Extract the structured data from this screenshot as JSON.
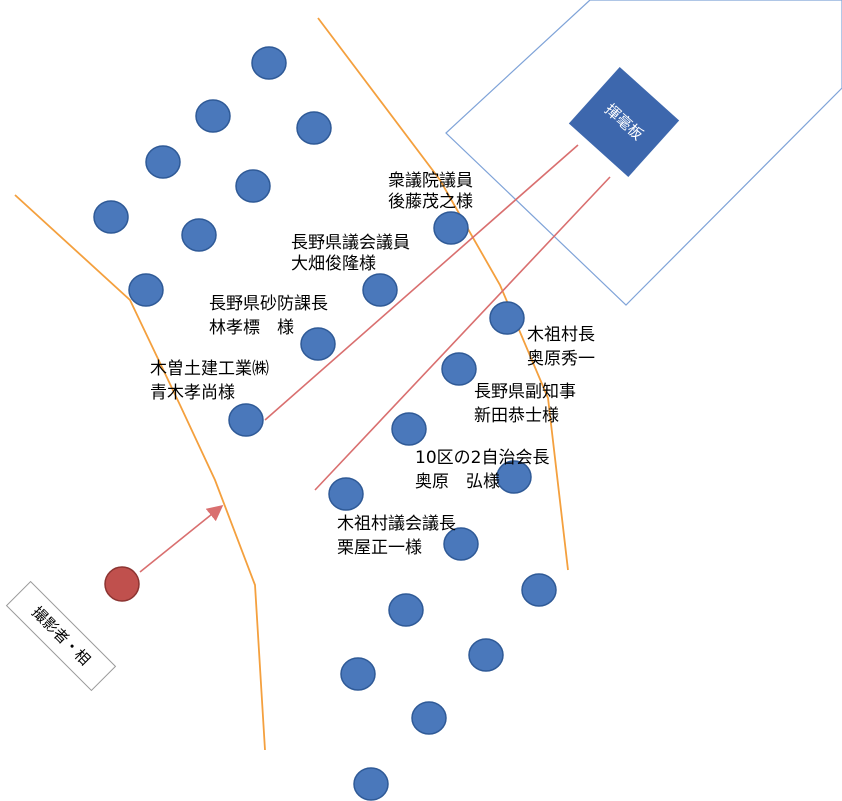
{
  "colors": {
    "seat_fill": "#4a78bb",
    "seat_stroke": "#2f5a97",
    "photographer_fill": "#c0504d",
    "photographer_stroke": "#8c3431",
    "boundary_line": "#f4a03e",
    "sight_line": "#d96f6f",
    "area_outline": "#7fa3d8",
    "nameplate_fill": "#3d67ad",
    "nameplate_text": "#ffffff",
    "photographer_box_border": "#999999"
  },
  "nameplate": {
    "label": "揮毫板"
  },
  "photographer": {
    "label": "撮影者・相"
  },
  "people": [
    {
      "line1": "衆議院議員",
      "line2": "後藤茂之様"
    },
    {
      "line1": "長野県議会議員",
      "line2": "大畑俊隆様"
    },
    {
      "line1": "長野県砂防課長",
      "line2": "林孝標　様"
    },
    {
      "line1": "木曽土建工業㈱",
      "line2": "青木孝尚様"
    },
    {
      "line1": "木祖村長",
      "line2": "奥原秀一"
    },
    {
      "line1": "長野県副知事",
      "line2": "新田恭士様"
    },
    {
      "line1": "10区の2自治会長",
      "line2": "奥原　弘様"
    },
    {
      "line1": "木祖村議会議長",
      "line2": "栗屋正一様"
    }
  ]
}
